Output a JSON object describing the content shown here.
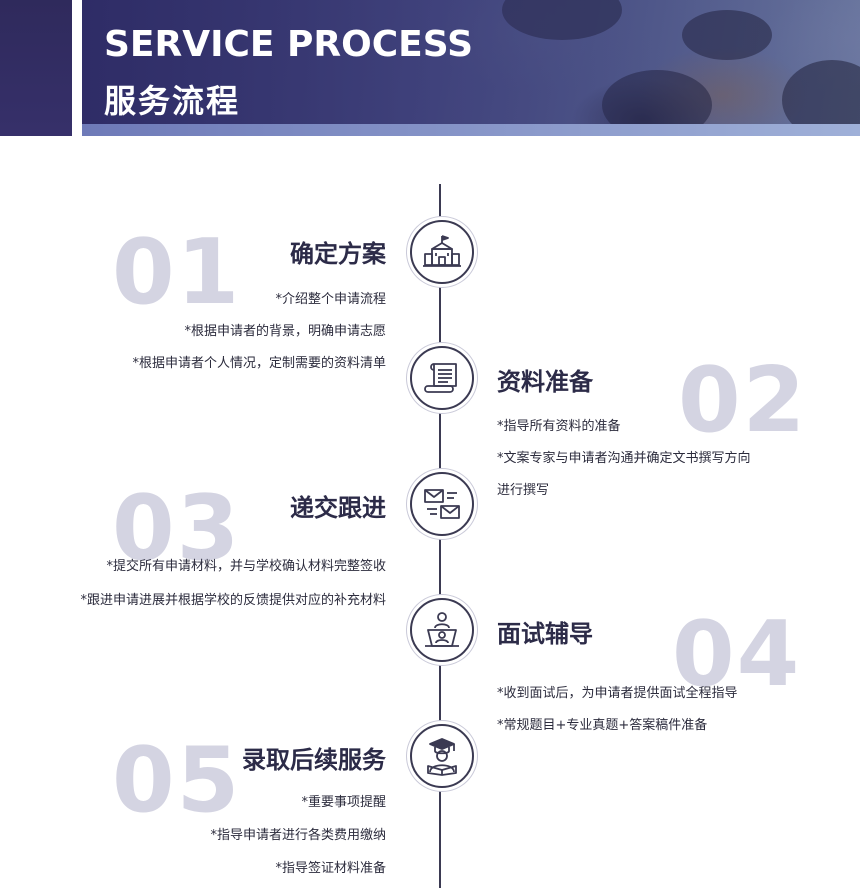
{
  "header": {
    "title_en": "SERVICE PROCESS",
    "title_zh": "服务流程"
  },
  "steps": [
    {
      "number": "01",
      "title": "确定方案",
      "icon": "school-building-icon",
      "lines": [
        "*介绍整个申请流程",
        "*根据申请者的背景，明确申请志愿",
        "*根据申请者个人情况，定制需要的资料清单"
      ]
    },
    {
      "number": "02",
      "title": "资料准备",
      "icon": "document-scroll-icon",
      "lines": [
        "*指导所有资料的准备",
        "*文案专家与申请者沟通并确定文书撰写方向",
        "进行撰写"
      ]
    },
    {
      "number": "03",
      "title": "递交跟进",
      "icon": "mail-exchange-icon",
      "lines": [
        "*提交所有申请材料，并与学校确认材料完整签收",
        "*跟进申请进展并根据学校的反馈提供对应的补充材料"
      ]
    },
    {
      "number": "04",
      "title": "面试辅导",
      "icon": "interview-icon",
      "lines": [
        "*收到面试后，为申请者提供面试全程指导",
        "*常规题目+专业真题+答案稿件准备"
      ]
    },
    {
      "number": "05",
      "title": "录取后续服务",
      "icon": "graduate-cap-icon",
      "lines": [
        "*重要事项提醒",
        "*指导申请者进行各类费用缴纳",
        "*指导签证材料准备"
      ]
    }
  ],
  "colors": {
    "accent": "#2f2a5c",
    "number_gray": "#d4d4e2",
    "axis": "#3b3a52"
  }
}
